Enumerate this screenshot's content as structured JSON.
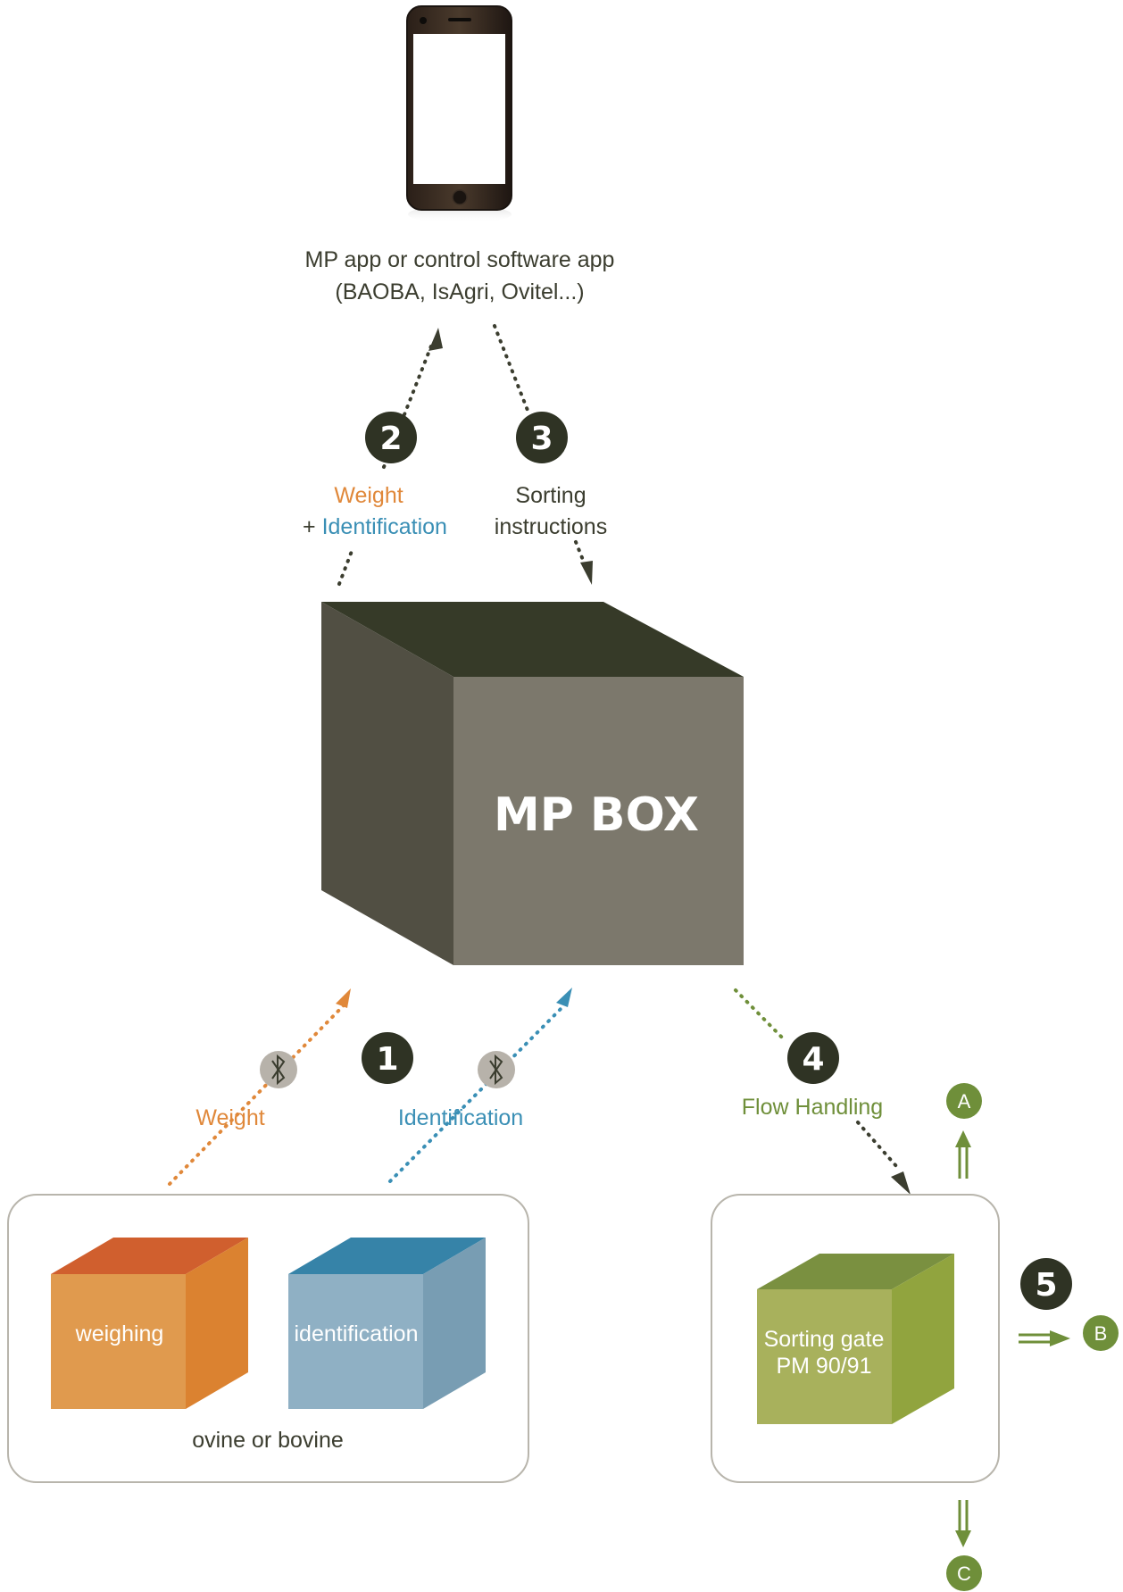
{
  "colors": {
    "dark": "#3b3d2f",
    "dotted_dark": "#3b3d2f",
    "orange": "#e0883a",
    "blue": "#3a8fb5",
    "green": "#6f8f3a",
    "box_front": "#7c786c",
    "box_side": "#514f43",
    "box_top": "#363a28",
    "bt_grey": "#b7b2aa"
  },
  "phone": {
    "icon": "smartphone-icon",
    "caption_line1": "MP app or control software app",
    "caption_line2": "(BAOBA, IsAgri, Ovitel...)"
  },
  "steps": {
    "s1": "1",
    "s2": "2",
    "s3": "3",
    "s4": "4",
    "s5": "5"
  },
  "labels": {
    "weight_up": "Weight",
    "identification_up_prefix": "+ ",
    "identification_up": "Identification",
    "sorting_line1": "Sorting",
    "sorting_line2": "instructions",
    "weight_low": "Weight",
    "identification_low": "Identification",
    "flow_handling": "Flow Handling"
  },
  "mp_box": {
    "title": "MP BOX"
  },
  "devices": {
    "weighing": "weighing",
    "identification": "identification",
    "group_caption": "ovine or bovine"
  },
  "gate": {
    "line1": "Sorting gate",
    "line2": "PM 90/91"
  },
  "outputs": {
    "a": "A",
    "b": "B",
    "c": "C"
  },
  "icons": {
    "bluetooth": "bluetooth-icon"
  }
}
